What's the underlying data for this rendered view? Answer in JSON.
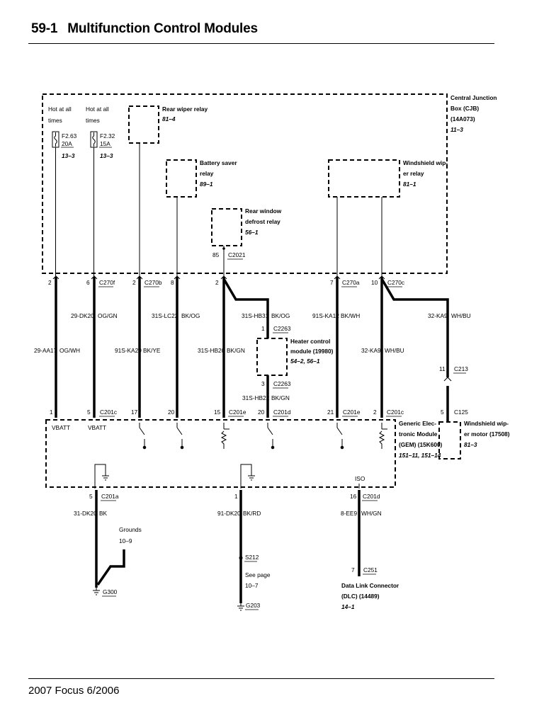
{
  "header": {
    "section": "59-1",
    "title": "Multifunction Control Modules"
  },
  "footer": {
    "text": "2007 Focus 6/2006"
  },
  "cjb": {
    "l1": "Central Junction",
    "l2": "Box (CJB)",
    "l3": "(14A073)",
    "ref": "11–3"
  },
  "fuse1": {
    "hot1": "Hot at all",
    "hot2": "times",
    "id": "F2.63",
    "amp": "20A",
    "ref": "13–3"
  },
  "fuse2": {
    "hot1": "Hot at all",
    "hot2": "times",
    "id": "F2.32",
    "amp": "15A",
    "ref": "13–3"
  },
  "rear_wiper_relay": {
    "name": "Rear wiper relay",
    "ref": "81–4"
  },
  "battery_saver_relay": {
    "l1": "Battery saver",
    "l2": "relay",
    "ref": "89–1"
  },
  "rear_window_defrost_relay": {
    "l1": "Rear window",
    "l2": "defrost relay",
    "ref": "56–1",
    "pin": "85",
    "conn": "C2021"
  },
  "windshield_wiper_relay": {
    "l1": "Windshield wip-",
    "l2": "er relay",
    "ref": "81–1"
  },
  "top_conn": {
    "p1": "2",
    "p2": "6",
    "c2": "C270f",
    "p3": "2",
    "c3": "C270b",
    "p4": "8",
    "p5": "2",
    "p6": "7",
    "c6": "C270a",
    "p7": "10",
    "c7": "C270c"
  },
  "wires": {
    "w1": {
      "circuit": "29-AA17",
      "color": "OG/WH"
    },
    "w2": {
      "circuit": "29-DK20",
      "color": "OG/GN"
    },
    "w3": {
      "circuit": "91S-KA29",
      "color": "BK/YE"
    },
    "w4": {
      "circuit": "31S-LC22",
      "color": "BK/OG"
    },
    "w5": {
      "circuit": "31S-HB20",
      "color": "BK/GN"
    },
    "w5b": {
      "circuit": "31S-HB31",
      "color": "BK/OG"
    },
    "w5c": {
      "circuit": "31S-HB22",
      "color": "BK/GN"
    },
    "w6": {
      "circuit": "91S-KA12",
      "color": "BK/WH"
    },
    "w7": {
      "circuit": "32-KA9",
      "color": "WH/BU"
    },
    "w7b": {
      "circuit": "32-KA9",
      "color": "WH/BU"
    }
  },
  "heater": {
    "pin1": "1",
    "conn1": "C2263",
    "l1": "Heater control",
    "l2": "module (19980)",
    "ref": "54–2, 56–1",
    "pin3": "3",
    "conn3": "C2263"
  },
  "gem_conn": {
    "p1": "1",
    "p2": "5",
    "c2": "C201c",
    "p3": "17",
    "p4": "20",
    "p5": "15",
    "c5": "C201e",
    "p6": "20",
    "c6": "C201d",
    "p7": "21",
    "c7": "C201e",
    "p8": "2",
    "c8": "C201c"
  },
  "gem": {
    "vbatt1": "VBATT",
    "vbatt2": "VBATT",
    "l1": "Generic Elec-",
    "l2": "tronic Module",
    "l3": "(GEM) (15K600)",
    "ref": "151–11, 151–14",
    "iso": "ISO"
  },
  "c213": {
    "pin": "11",
    "conn": "C213"
  },
  "c125": {
    "pin": "5",
    "conn": "C125"
  },
  "wiper_motor": {
    "l1": "Windshield wip-",
    "l2": "er motor (17508)",
    "ref": "81–3"
  },
  "bottom": {
    "b1": {
      "pin": "5",
      "conn": "C201a",
      "circuit": "31-DK20",
      "color": "BK"
    },
    "b2": {
      "pin": "1",
      "circuit": "91-DK20",
      "color": "BK/RD"
    },
    "b3": {
      "pin": "16",
      "conn": "C201d",
      "circuit": "8-EE9",
      "color": "WH/GN"
    }
  },
  "grounds": {
    "l1": "Grounds",
    "ref": "10–9",
    "g300": "G300",
    "s212": "S212",
    "see1": "See page",
    "see2": "10–7",
    "g203": "G203"
  },
  "dlc": {
    "pin": "7",
    "conn": "C251",
    "l1": "Data Link Connector",
    "l2": "(DLC) (14489)",
    "ref": "14–1"
  }
}
